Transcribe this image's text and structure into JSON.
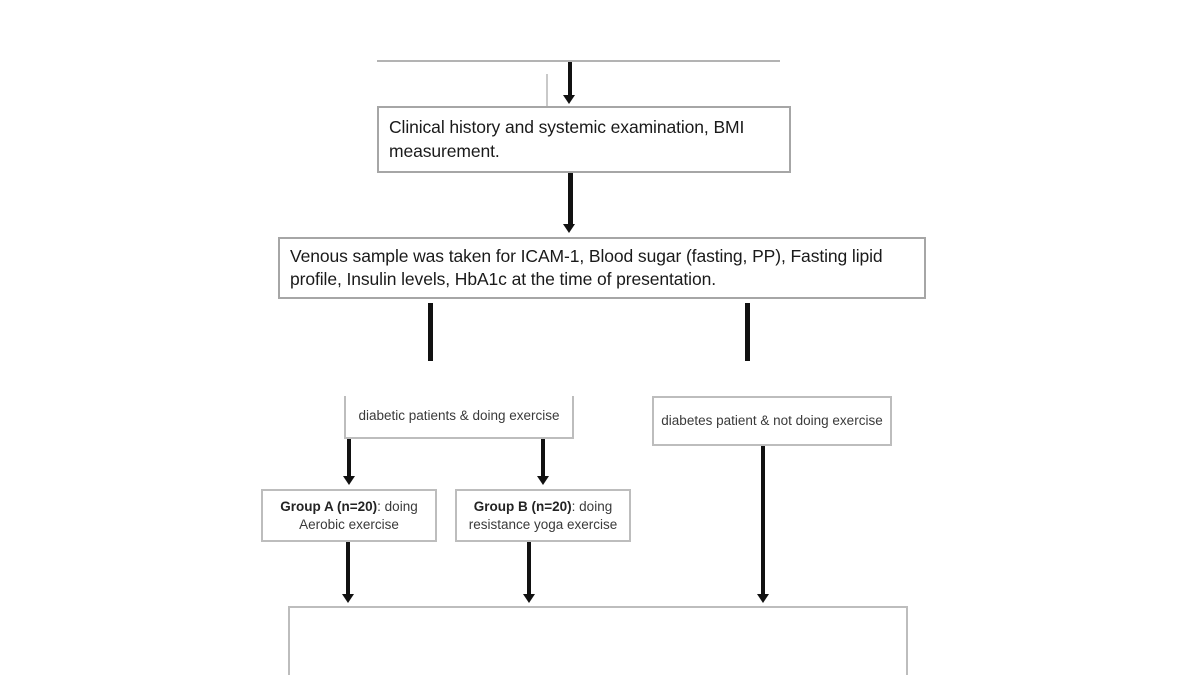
{
  "figure": {
    "type": "flowchart",
    "orientation": "top-to-bottom",
    "description": "Clinical study design flowchart for a diabetes exercise intervention study"
  },
  "nodes": {
    "top_stub": {
      "label": "",
      "note": "truncated box above, only bottom border visible"
    },
    "clinical": {
      "text": "Clinical history and systemic examination, BMI measurement."
    },
    "venous": {
      "text": "Venous sample was taken for ICAM-1, Blood sugar (fasting, PP), Fasting lipid profile, Insulin levels, HbA1c at the time of presentation."
    },
    "exercise_group": {
      "text": "diabetic patients & doing exercise"
    },
    "no_exercise_group": {
      "text": "diabetes patient & not doing exercise"
    },
    "group_a": {
      "bold": "Group A (n=20)",
      "rest": ": doing",
      "line2": "Aerobic exercise"
    },
    "group_b": {
      "bold": "Group B (n=20)",
      "rest": ": doing",
      "line2": "resistance yoga exercise"
    },
    "bottom": {
      "text": "",
      "note": "truncated box at bottom of image, only top border visible"
    }
  },
  "colors": {
    "box_border_upper": "#a6a6a6",
    "box_border_lower": "#bdbdbd",
    "connector": "#111111",
    "text": "#1a1a1a",
    "text_lower": "#3a3a3a",
    "background": "#ffffff"
  }
}
